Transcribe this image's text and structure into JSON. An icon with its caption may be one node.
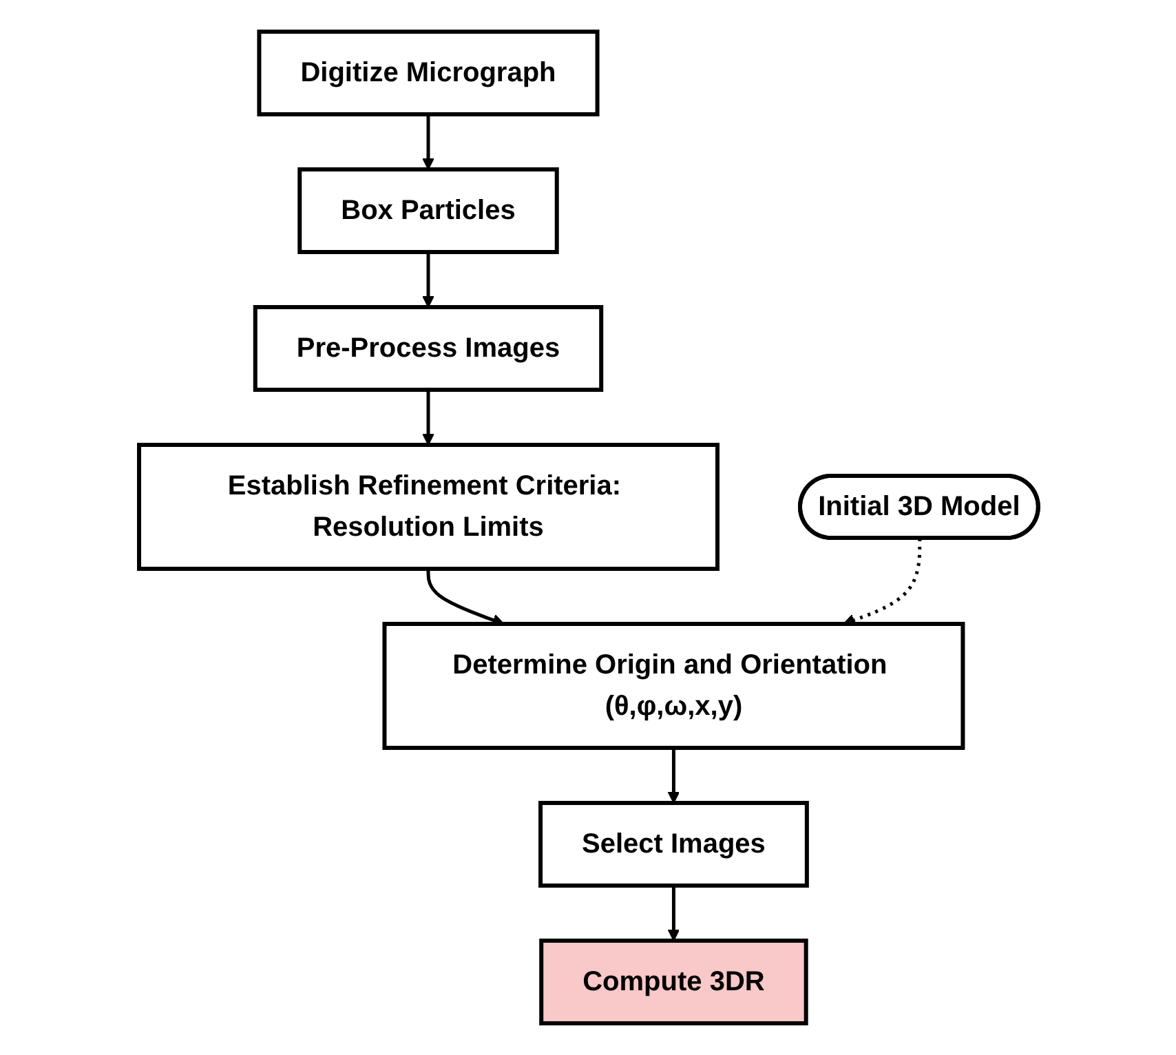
{
  "diagram": {
    "nodes": [
      {
        "text": [
          "Digitize Micrograph"
        ]
      },
      {
        "text": [
          "Box Particles"
        ]
      },
      {
        "text": [
          "Pre-Process Images"
        ]
      },
      {
        "text": [
          "Establish Refinement Criteria: Resolution Limits"
        ]
      },
      {
        "text": [
          "Determine Origin and Orientation (θ,φ,ω,x,y)"
        ]
      },
      {
        "text": [
          "Select Images"
        ]
      },
      {
        "text": [
          "Compute 3DR"
        ]
      },
      {
        "text": [
          "Initial 3D Model"
        ]
      }
    ],
    "edges": [
      {
        "from": 0,
        "to": 1,
        "arrow": "to"
      },
      {
        "from": 1,
        "to": 2,
        "arrow": "to"
      },
      {
        "from": 2,
        "to": 3,
        "arrow": "to"
      },
      {
        "from": 3,
        "to": 4,
        "arrow": "to"
      },
      {
        "from": 4,
        "to": 5,
        "arrow": "to"
      },
      {
        "from": 5,
        "to": 6,
        "arrow": "to"
      },
      {
        "from": 7,
        "to": 4,
        "arrow": "to",
        "style": "dashed"
      }
    ]
  }
}
